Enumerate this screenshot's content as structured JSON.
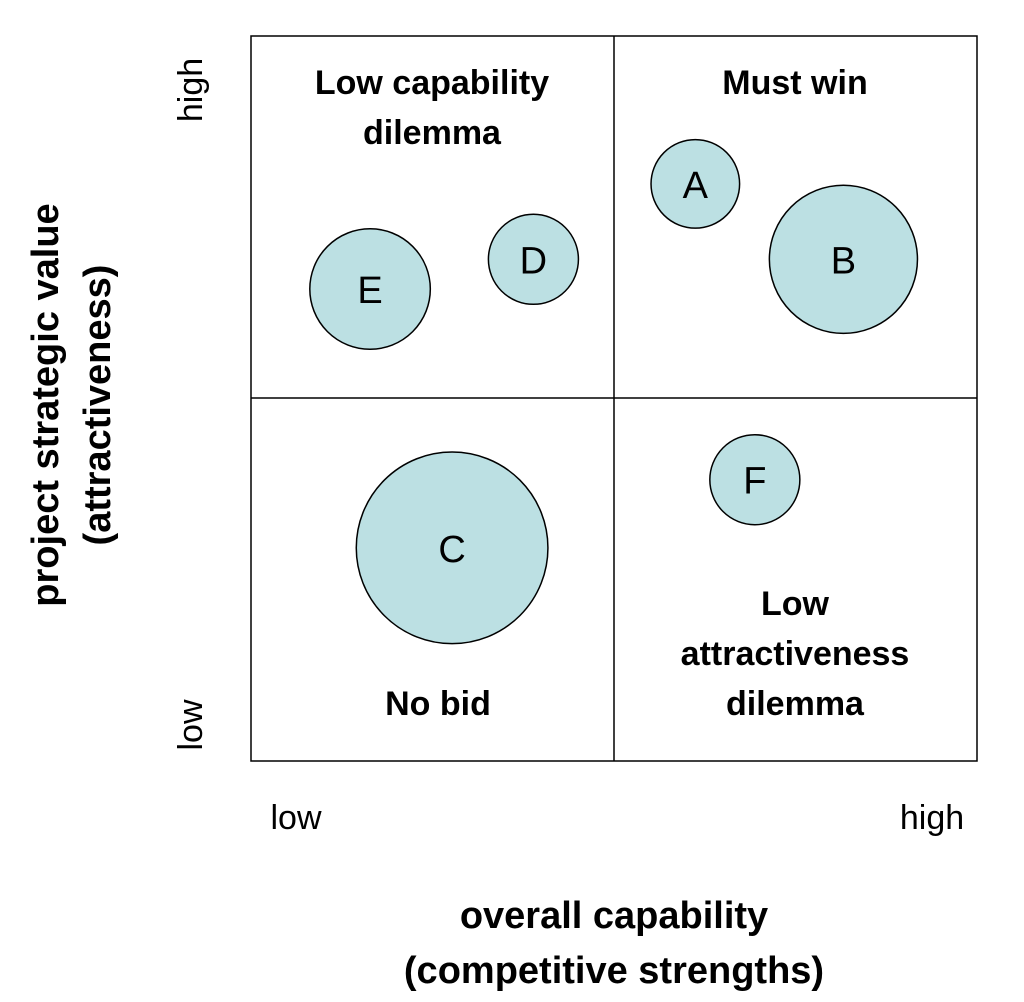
{
  "chart_data": {
    "type": "scatter",
    "subtype": "bubble-matrix",
    "xlabel": [
      "overall capability",
      "(competitive strengths)"
    ],
    "ylabel": [
      "project strategic value",
      "(attractiveness)"
    ],
    "x_ticks": {
      "low": "low",
      "high": "high"
    },
    "y_ticks": {
      "low": "low",
      "high": "high"
    },
    "xlim": [
      0,
      100
    ],
    "ylim": [
      0,
      100
    ],
    "quadrants": {
      "top_left": [
        "Low capability",
        "dilemma"
      ],
      "top_right": [
        "Must win"
      ],
      "bottom_left": [
        "No bid"
      ],
      "bottom_right": [
        "Low",
        "attractiveness",
        "dilemma"
      ]
    },
    "bubble_color": "#bce0e3",
    "points": [
      {
        "label": "A",
        "x": 61.2,
        "y": 79.6,
        "size": 6.1
      },
      {
        "label": "B",
        "x": 81.6,
        "y": 69.2,
        "size": 10.2
      },
      {
        "label": "C",
        "x": 27.7,
        "y": 29.4,
        "size": 13.2
      },
      {
        "label": "D",
        "x": 38.9,
        "y": 69.2,
        "size": 6.2
      },
      {
        "label": "E",
        "x": 16.4,
        "y": 65.1,
        "size": 8.3
      },
      {
        "label": "F",
        "x": 69.4,
        "y": 38.8,
        "size": 6.2
      }
    ]
  }
}
